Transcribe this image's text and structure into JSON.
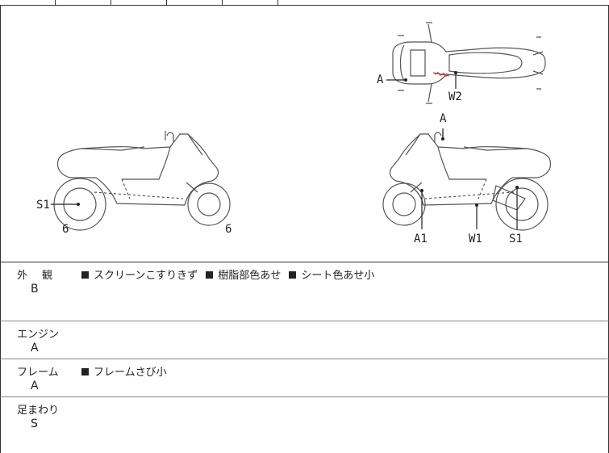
{
  "diagram": {
    "top_view": {
      "marker_a": "A",
      "marker_w2": "W2"
    },
    "left_side": {
      "marker_s1": "S1",
      "rear_tire": "6",
      "front_tire": "6"
    },
    "right_side": {
      "marker_a": "A",
      "marker_a1": "A1",
      "marker_w1": "W1",
      "marker_s1": "S1"
    }
  },
  "sections": [
    {
      "category": "外観",
      "grade": "B",
      "notes": [
        "スクリーンこすりきず",
        "樹脂部色あせ",
        "シート色あせ小"
      ]
    },
    {
      "category": "エンジン",
      "grade": "A",
      "notes": []
    },
    {
      "category": "フレーム",
      "grade": "A",
      "notes": [
        "フレームさび小"
      ]
    },
    {
      "category": "足まわり",
      "grade": "S",
      "notes": []
    }
  ]
}
